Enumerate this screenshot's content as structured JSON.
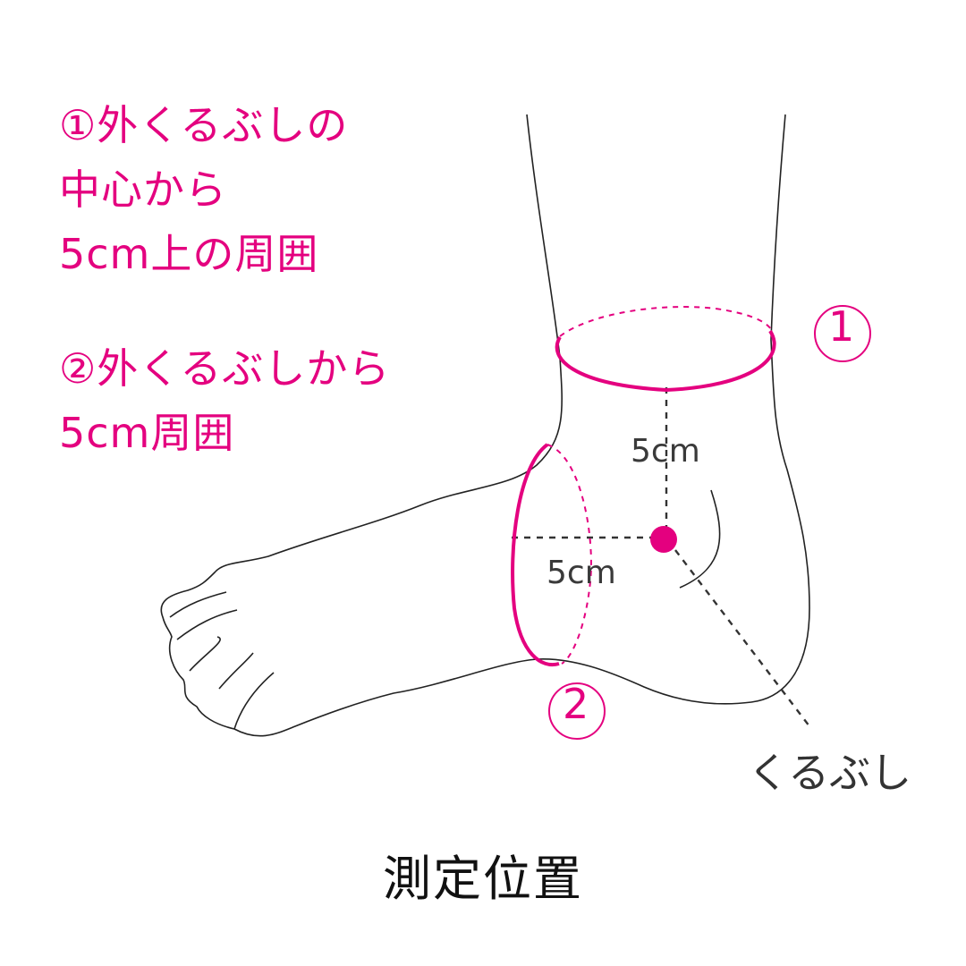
{
  "notes": {
    "measurement1": {
      "lines": [
        "①外くるぶしの",
        "中心から",
        "5cm上の周囲"
      ]
    },
    "measurement2": {
      "lines": [
        "②外くるぶしから",
        "5cm周囲"
      ]
    }
  },
  "diagram": {
    "marker1_label": "①",
    "marker2_label": "②",
    "vertical_distance": "5cm",
    "horizontal_distance": "5cm",
    "ankle_bone_label": "くるぶし",
    "accent_color": "#e4007f",
    "line_color": "#222222"
  },
  "caption": "測定位置"
}
